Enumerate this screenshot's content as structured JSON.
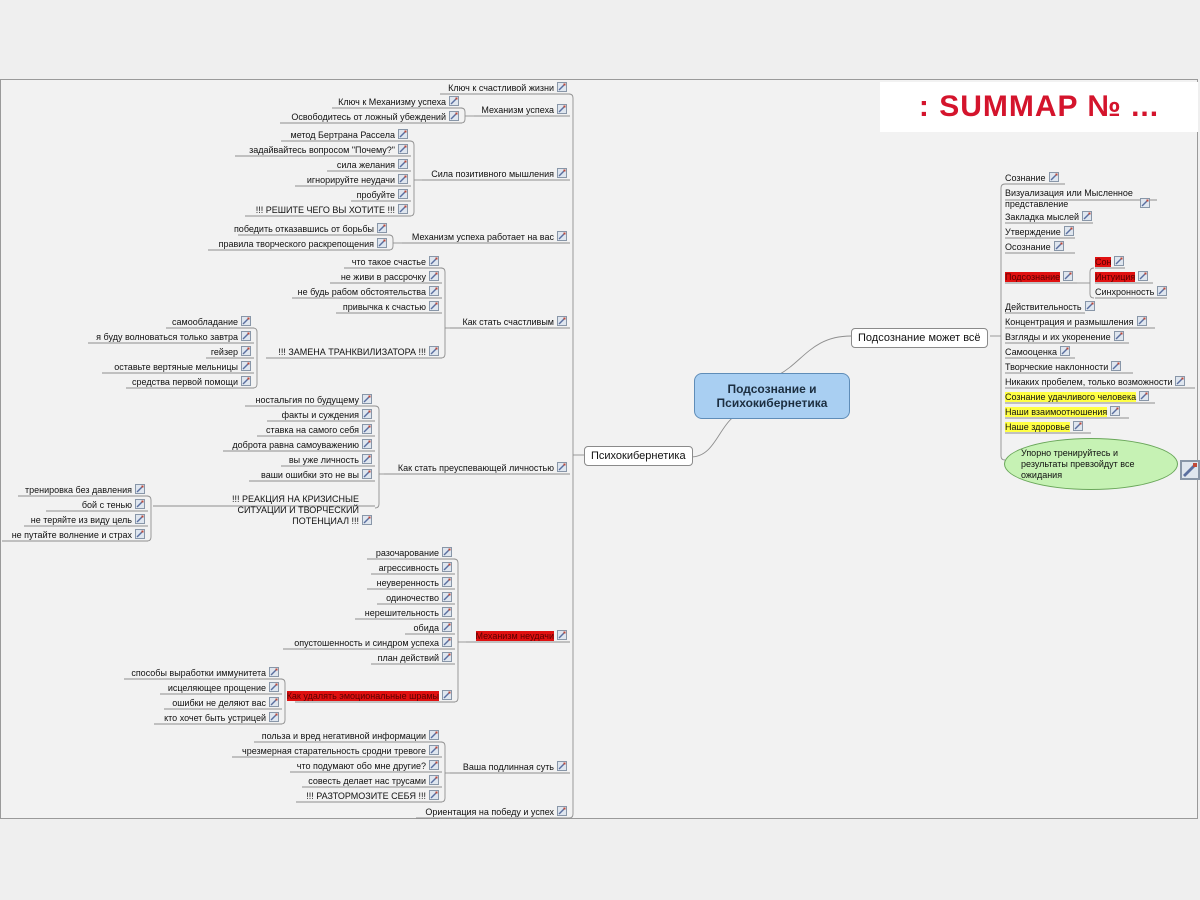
{
  "banner": ": SUMMAP № ...",
  "center_title": "Подсознание и Психокибернетика",
  "left_root": "Психокибернетика",
  "right_root": "Подсознание может всё",
  "left": [
    {
      "label": "Ключ к счастливой жизни",
      "children": []
    },
    {
      "label": "Механизм успеха",
      "children": [
        {
          "label": "Ключ к Механизму успеха"
        },
        {
          "label": "Освободитесь от ложный убеждений"
        }
      ]
    },
    {
      "label": "Сила позитивного мышления",
      "children": [
        {
          "label": "метод Бертрана Рассела"
        },
        {
          "label": "задайвайтесь вопросом \"Почему?\""
        },
        {
          "label": "сила желания"
        },
        {
          "label": "игнорируйте неудачи"
        },
        {
          "label": "пробуйте"
        },
        {
          "label": "!!! РЕШИТЕ ЧЕГО ВЫ ХОТИТЕ !!!"
        }
      ]
    },
    {
      "label": "Механизм успеха работает на вас",
      "children": [
        {
          "label": "победить отказавшись от борьбы"
        },
        {
          "label": "правила творческого раскрепощения"
        }
      ]
    },
    {
      "label": "Как стать счастливым",
      "children": [
        {
          "label": "что такое счастье"
        },
        {
          "label": "не живи в рассрочку"
        },
        {
          "label": "не будь рабом обстоятельства"
        },
        {
          "label": "привычка к счастью"
        },
        {
          "label": "!!! ЗАМЕНА ТРАНКВИЛИЗАТОРА !!!",
          "children": [
            {
              "label": "самообладание"
            },
            {
              "label": "я буду волноваться только завтра"
            },
            {
              "label": "гейзер"
            },
            {
              "label": "оставьте вертяные мельницы"
            },
            {
              "label": "средства первой помощи"
            }
          ]
        }
      ]
    },
    {
      "label": "Как стать преуспевающей личностью",
      "children": [
        {
          "label": "ностальгия по будущему"
        },
        {
          "label": "факты и суждения"
        },
        {
          "label": "ставка на самого себя"
        },
        {
          "label": "доброта равна самоуважению"
        },
        {
          "label": "вы уже личность"
        },
        {
          "label": "ваши ошибки это не вы"
        },
        {
          "label": "!!! РЕАКЦИЯ НА КРИЗИСНЫЕ СИТУАЦИИ И ТВОРЧЕСКИЙ ПОТЕНЦИАЛ !!!",
          "children": [
            {
              "label": "тренировка без давления"
            },
            {
              "label": "бой с тенью"
            },
            {
              "label": "не теряйте из виду цель"
            },
            {
              "label": "не путайте волнение и страх"
            }
          ]
        }
      ]
    },
    {
      "label": "Механизм неудачи",
      "children": [
        {
          "label": "разочарование"
        },
        {
          "label": "агрессивность"
        },
        {
          "label": "неуверенность"
        },
        {
          "label": "одиночество"
        },
        {
          "label": "нерешительность"
        },
        {
          "label": "обида"
        },
        {
          "label": "опустошенность и синдром успеха"
        },
        {
          "label": "план действий"
        },
        {
          "label": "Как удалять эмоциональные шрамы",
          "children": [
            {
              "label": "способы выработки иммунитета"
            },
            {
              "label": "исцеляющее прощение"
            },
            {
              "label": "ошибки не деляют вас"
            },
            {
              "label": "кто хочет быть устрицей"
            }
          ]
        }
      ]
    },
    {
      "label": "Ваша подлинная суть",
      "children": [
        {
          "label": "польза и вред негативной информации"
        },
        {
          "label": "чрезмерная старательность сродни тревоге"
        },
        {
          "label": "что подумают обо мне другие?"
        },
        {
          "label": "совесть делает нас трусами"
        },
        {
          "label": "!!! РАЗТОРМОЗИТЕ СЕБЯ !!!"
        }
      ]
    },
    {
      "label": "Ориентация на победу и успех",
      "children": []
    }
  ],
  "right": [
    {
      "label": "Сознание"
    },
    {
      "label": "Визуализация или Мысленное представление"
    },
    {
      "label": "Закладка мыслей"
    },
    {
      "label": "Утверждение"
    },
    {
      "label": "Осознание"
    },
    {
      "label": "Подсознание",
      "children": [
        {
          "label": "Сон"
        },
        {
          "label": "Интуиция"
        },
        {
          "label": "Синхронность"
        }
      ]
    },
    {
      "label": "Действительность"
    },
    {
      "label": "Концентрация и размышления"
    },
    {
      "label": "Взгляды и их укоренение"
    },
    {
      "label": "Самооценка"
    },
    {
      "label": "Творческие наклонности"
    },
    {
      "label": "Никаких пробелем, только возможности"
    },
    {
      "label": "Сознание удачливого человека"
    },
    {
      "label": "Наши взаимоотношения"
    },
    {
      "label": "Наше здоровье"
    },
    {
      "label": "Упорно тренируйтесь и результаты превзойдут все ожидания"
    }
  ]
}
